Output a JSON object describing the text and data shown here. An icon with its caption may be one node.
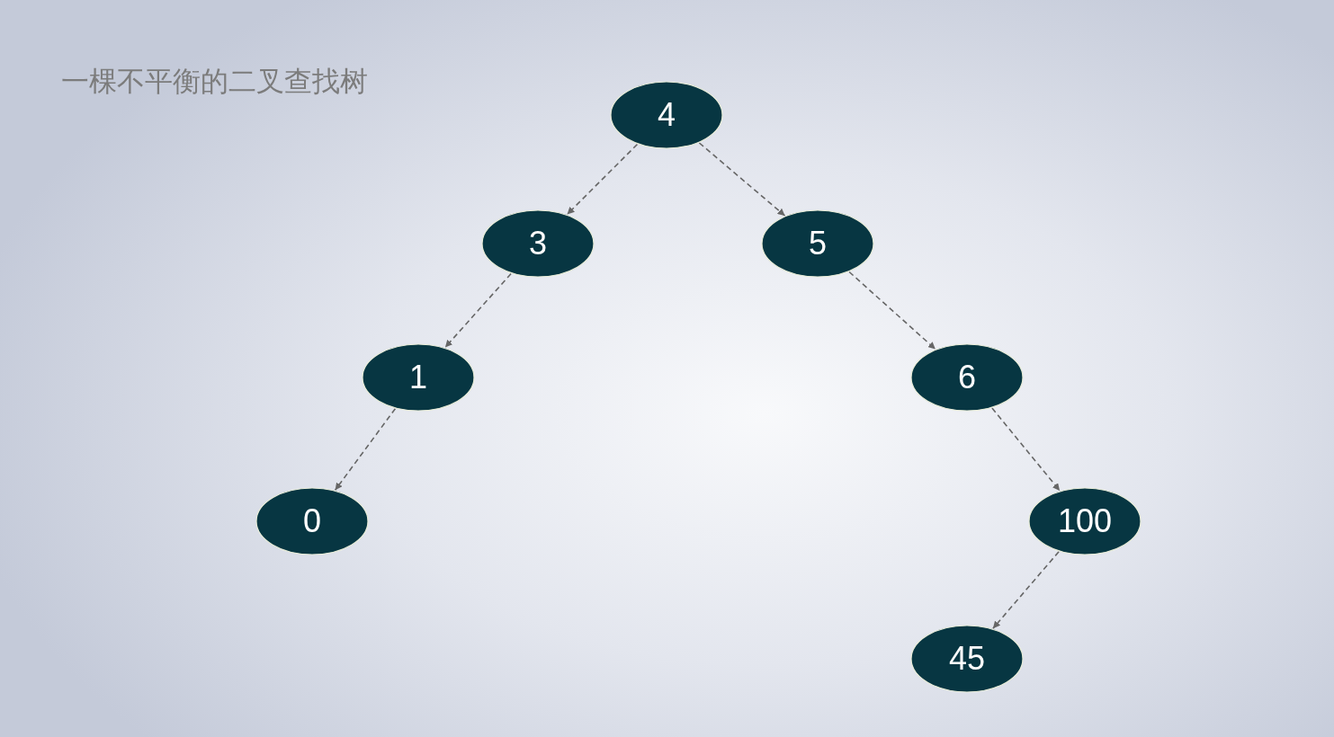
{
  "diagram": {
    "title": "一棵不平衡的二叉查找树",
    "nodes": [
      {
        "text": [
          "4"
        ]
      },
      {
        "text": [
          "3"
        ]
      },
      {
        "text": [
          "5"
        ]
      },
      {
        "text": [
          "1"
        ]
      },
      {
        "text": [
          "6"
        ]
      },
      {
        "text": [
          "0"
        ]
      },
      {
        "text": [
          "100"
        ]
      },
      {
        "text": [
          "45"
        ]
      }
    ],
    "edges": [
      {
        "from": 0,
        "to": 1,
        "arrow": "to",
        "style": "dashed"
      },
      {
        "from": 0,
        "to": 2,
        "arrow": "to",
        "style": "dashed"
      },
      {
        "from": 1,
        "to": 3,
        "arrow": "to",
        "style": "dashed"
      },
      {
        "from": 2,
        "to": 4,
        "arrow": "to",
        "style": "dashed"
      },
      {
        "from": 3,
        "to": 5,
        "arrow": "to",
        "style": "dashed"
      },
      {
        "from": 4,
        "to": 6,
        "arrow": "to",
        "style": "dashed"
      },
      {
        "from": 6,
        "to": 7,
        "arrow": "to",
        "style": "dashed"
      }
    ]
  }
}
